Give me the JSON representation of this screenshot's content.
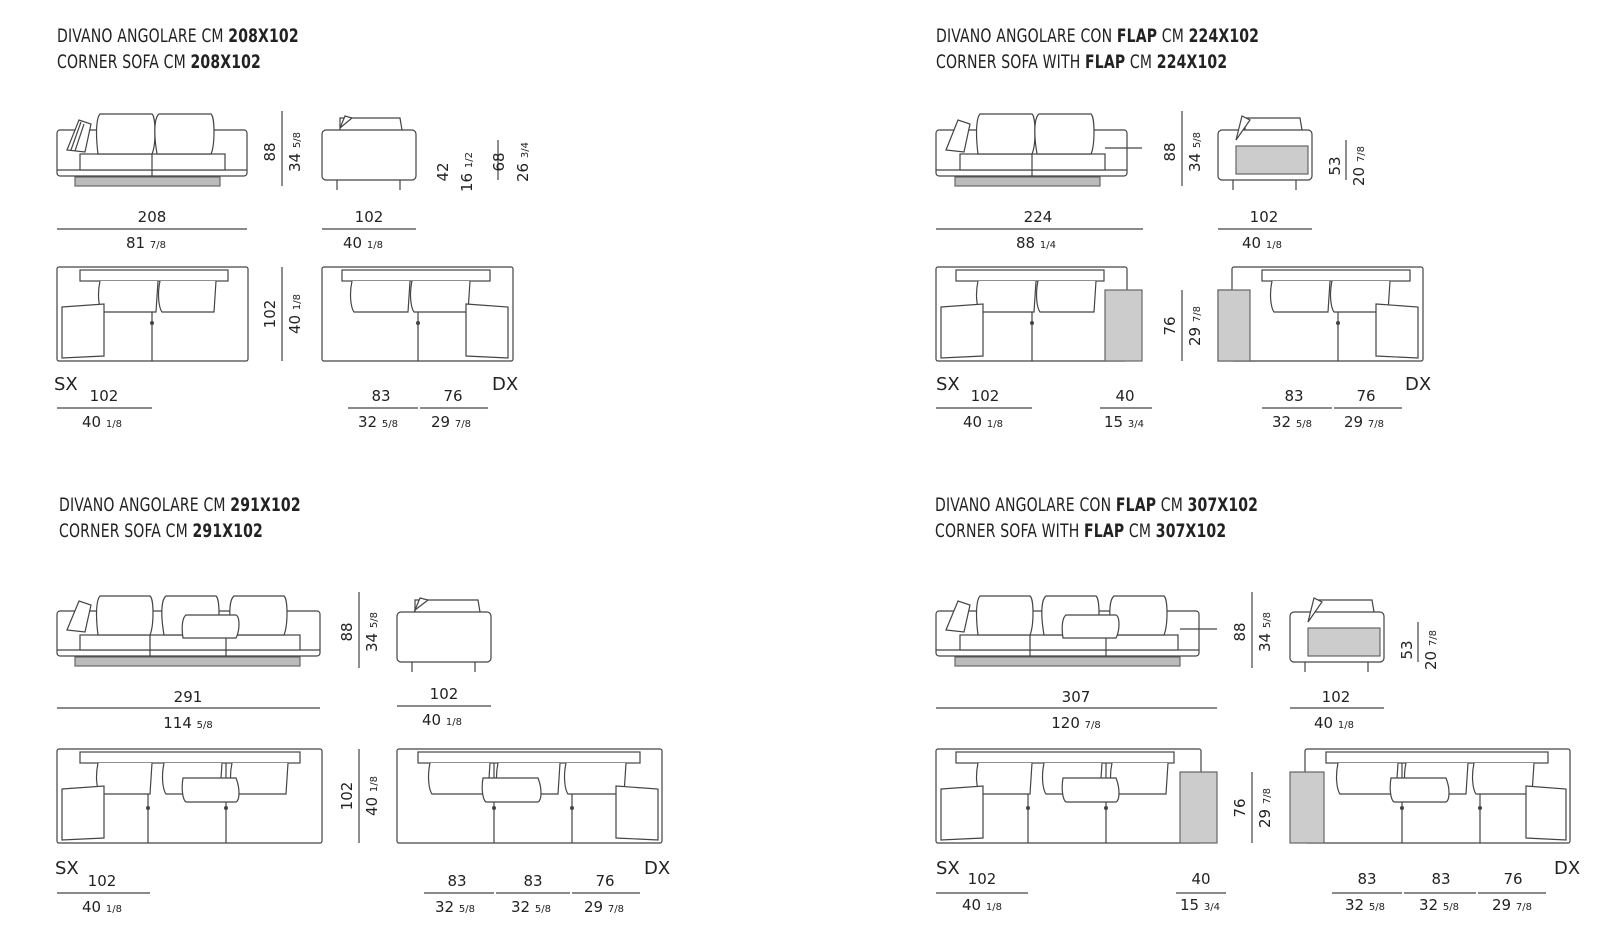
{
  "sheets": [
    {
      "id": "a",
      "title_it": {
        "prefix": "DIVANO ANGOLARE ",
        "bold1": "",
        "mid": "CM ",
        "bold2": "208X102"
      },
      "title_en": {
        "prefix": "CORNER SOFA ",
        "bold1": "",
        "mid": "CM ",
        "bold2": "208X102"
      },
      "dims": {
        "front_w": "208",
        "front_w_in": "81",
        "front_w_fr": "7/8",
        "h": "88",
        "h_in": "34",
        "h_fr": "5/8",
        "depth": "102",
        "depth_in": "40",
        "depth_fr": "1/8",
        "seat": "42",
        "seat_in": "16",
        "seat_fr": "1/2",
        "arm": "68",
        "arm_in": "26",
        "arm_fr": "3/4",
        "plan_d": "102",
        "plan_d_in": "40",
        "plan_d_fr": "1/8",
        "sx_w": "102",
        "sx_w_in": "40",
        "sx_w_fr": "1/8",
        "dx1": "83",
        "dx1_in": "32",
        "dx1_fr": "5/8",
        "dx2": "76",
        "dx2_in": "29",
        "dx2_fr": "7/8"
      }
    },
    {
      "id": "b",
      "title_it": {
        "prefix": "DIVANO ANGOLARE CON ",
        "bold1": "FLAP",
        "mid": " CM ",
        "bold2": "224X102"
      },
      "title_en": {
        "prefix": "CORNER SOFA WITH ",
        "bold1": "FLAP",
        "mid": " CM ",
        "bold2": "224X102"
      },
      "dims": {
        "front_w": "224",
        "front_w_in": "88",
        "front_w_fr": "1/4",
        "h": "88",
        "h_in": "34",
        "h_fr": "5/8",
        "depth": "102",
        "depth_in": "40",
        "depth_fr": "1/8",
        "flap_h": "53",
        "flap_h_in": "20",
        "flap_h_fr": "7/8",
        "plan_d": "76",
        "plan_d_in": "29",
        "plan_d_fr": "7/8",
        "sx_w": "102",
        "sx_w_in": "40",
        "sx_w_fr": "1/8",
        "flap_w": "40",
        "flap_w_in": "15",
        "flap_w_fr": "3/4",
        "dx1": "83",
        "dx1_in": "32",
        "dx1_fr": "5/8",
        "dx2": "76",
        "dx2_in": "29",
        "dx2_fr": "7/8"
      }
    },
    {
      "id": "c",
      "title_it": {
        "prefix": "DIVANO ANGOLARE ",
        "bold1": "",
        "mid": "CM ",
        "bold2": "291X102"
      },
      "title_en": {
        "prefix": "CORNER SOFA ",
        "bold1": "",
        "mid": "CM ",
        "bold2": "291X102"
      },
      "dims": {
        "front_w": "291",
        "front_w_in": "114",
        "front_w_fr": "5/8",
        "h": "88",
        "h_in": "34",
        "h_fr": "5/8",
        "depth": "102",
        "depth_in": "40",
        "depth_fr": "1/8",
        "plan_d": "102",
        "plan_d_in": "40",
        "plan_d_fr": "1/8",
        "sx_w": "102",
        "sx_w_in": "40",
        "sx_w_fr": "1/8",
        "dx1": "83",
        "dx1_in": "32",
        "dx1_fr": "5/8",
        "dx2": "83",
        "dx2_in": "32",
        "dx2_fr": "5/8",
        "dx3": "76",
        "dx3_in": "29",
        "dx3_fr": "7/8"
      }
    },
    {
      "id": "d",
      "title_it": {
        "prefix": "DIVANO ANGOLARE CON ",
        "bold1": "FLAP",
        "mid": " CM ",
        "bold2": "307X102"
      },
      "title_en": {
        "prefix": "CORNER SOFA WITH ",
        "bold1": "FLAP",
        "mid": " CM ",
        "bold2": "307X102"
      },
      "dims": {
        "front_w": "307",
        "front_w_in": "120",
        "front_w_fr": "7/8",
        "h": "88",
        "h_in": "34",
        "h_fr": "5/8",
        "depth": "102",
        "depth_in": "40",
        "depth_fr": "1/8",
        "flap_h": "53",
        "flap_h_in": "20",
        "flap_h_fr": "7/8",
        "plan_d": "76",
        "plan_d_in": "29",
        "plan_d_fr": "7/8",
        "sx_w": "102",
        "sx_w_in": "40",
        "sx_w_fr": "1/8",
        "flap_w": "40",
        "flap_w_in": "15",
        "flap_w_fr": "3/4",
        "dx1": "83",
        "dx1_in": "32",
        "dx1_fr": "5/8",
        "dx2": "83",
        "dx2_in": "32",
        "dx2_fr": "5/8",
        "dx3": "76",
        "dx3_in": "29",
        "dx3_fr": "7/8"
      }
    }
  ],
  "labels": {
    "sx": "SX",
    "dx": "DX"
  }
}
